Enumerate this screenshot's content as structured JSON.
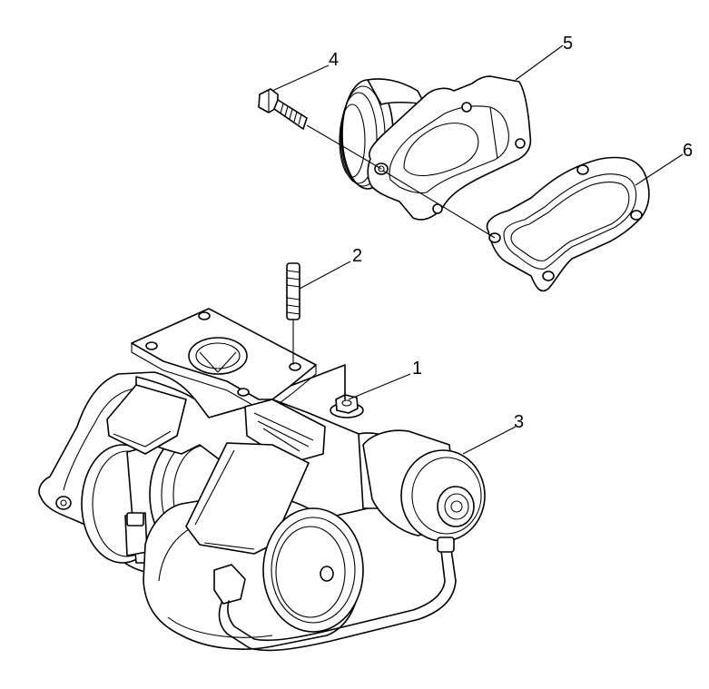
{
  "callouts": [
    {
      "id": "1",
      "part": "flange-nut"
    },
    {
      "id": "2",
      "part": "stud"
    },
    {
      "id": "3",
      "part": "wastegate-actuator"
    },
    {
      "id": "4",
      "part": "flange-bolt"
    },
    {
      "id": "5",
      "part": "outlet-elbow"
    },
    {
      "id": "6",
      "part": "gasket"
    }
  ]
}
